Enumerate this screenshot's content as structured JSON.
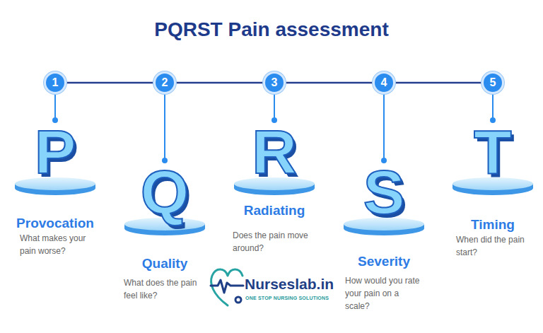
{
  "diagram": {
    "title": "PQRST Pain assessment",
    "nodes": [
      {
        "text": [
          "1"
        ]
      },
      {
        "text": [
          "2"
        ]
      },
      {
        "text": [
          "3"
        ]
      },
      {
        "text": [
          "4"
        ]
      },
      {
        "text": [
          "5"
        ]
      },
      {
        "text": [
          "P",
          "Provocation",
          "What makes your pain worse?"
        ]
      },
      {
        "text": [
          "Q",
          "Quality",
          "What does the pain feel like?"
        ]
      },
      {
        "text": [
          "R",
          "Radiating",
          "Does the pain move around?"
        ]
      },
      {
        "text": [
          "S",
          "Severity",
          "How would you rate your pain on a scale?"
        ]
      },
      {
        "text": [
          "T",
          "Timing",
          "When did the pain start?"
        ]
      }
    ],
    "edges": [
      {
        "from": 0,
        "to": 1,
        "arrow": "none"
      },
      {
        "from": 1,
        "to": 2,
        "arrow": "none"
      },
      {
        "from": 2,
        "to": 3,
        "arrow": "none"
      },
      {
        "from": 3,
        "to": 4,
        "arrow": "none"
      },
      {
        "from": 0,
        "to": 5,
        "arrow": "none"
      },
      {
        "from": 1,
        "to": 6,
        "arrow": "none"
      },
      {
        "from": 2,
        "to": 7,
        "arrow": "none"
      },
      {
        "from": 3,
        "to": 8,
        "arrow": "none"
      },
      {
        "from": 4,
        "to": 9,
        "arrow": "none"
      }
    ],
    "labels": [
      "Nurseslab.in",
      "ONE STOP NURSING SOLUTIONS"
    ]
  }
}
